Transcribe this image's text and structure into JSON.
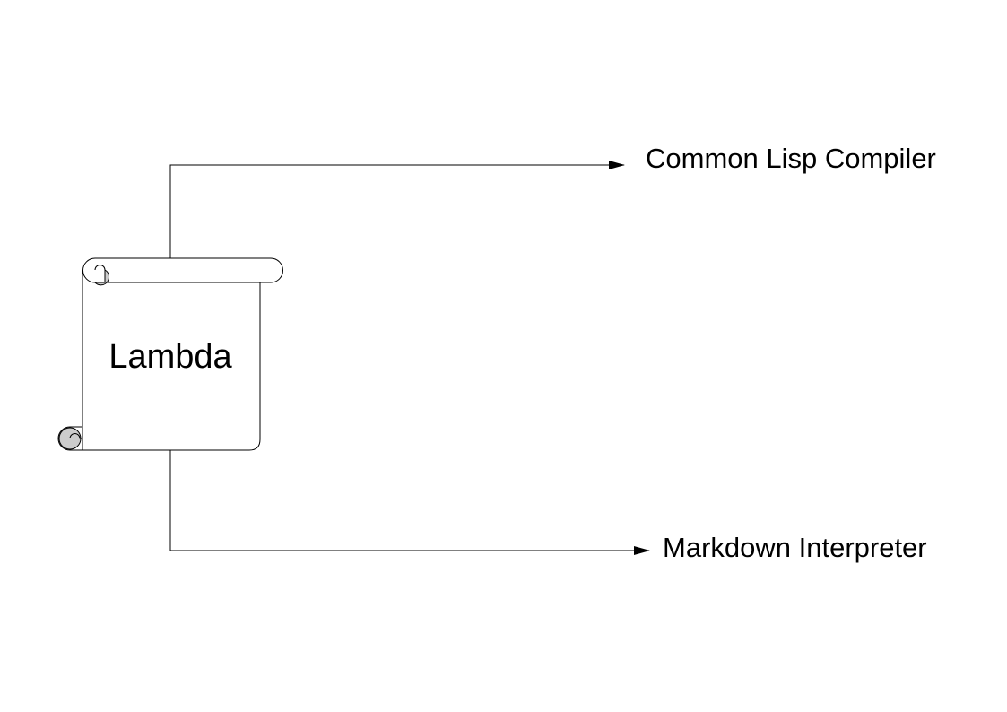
{
  "diagram": {
    "source_node": {
      "label": "Lambda",
      "shape": "scroll"
    },
    "targets": [
      {
        "label": "Common Lisp Compiler"
      },
      {
        "label": "Markdown Interpreter"
      }
    ],
    "edges": [
      {
        "from": "Lambda",
        "to": "Common Lisp Compiler"
      },
      {
        "from": "Lambda",
        "to": "Markdown Interpreter"
      }
    ],
    "colors": {
      "stroke": "#000000",
      "scroll_curl_fill": "#cccccc",
      "background": "#ffffff"
    }
  }
}
